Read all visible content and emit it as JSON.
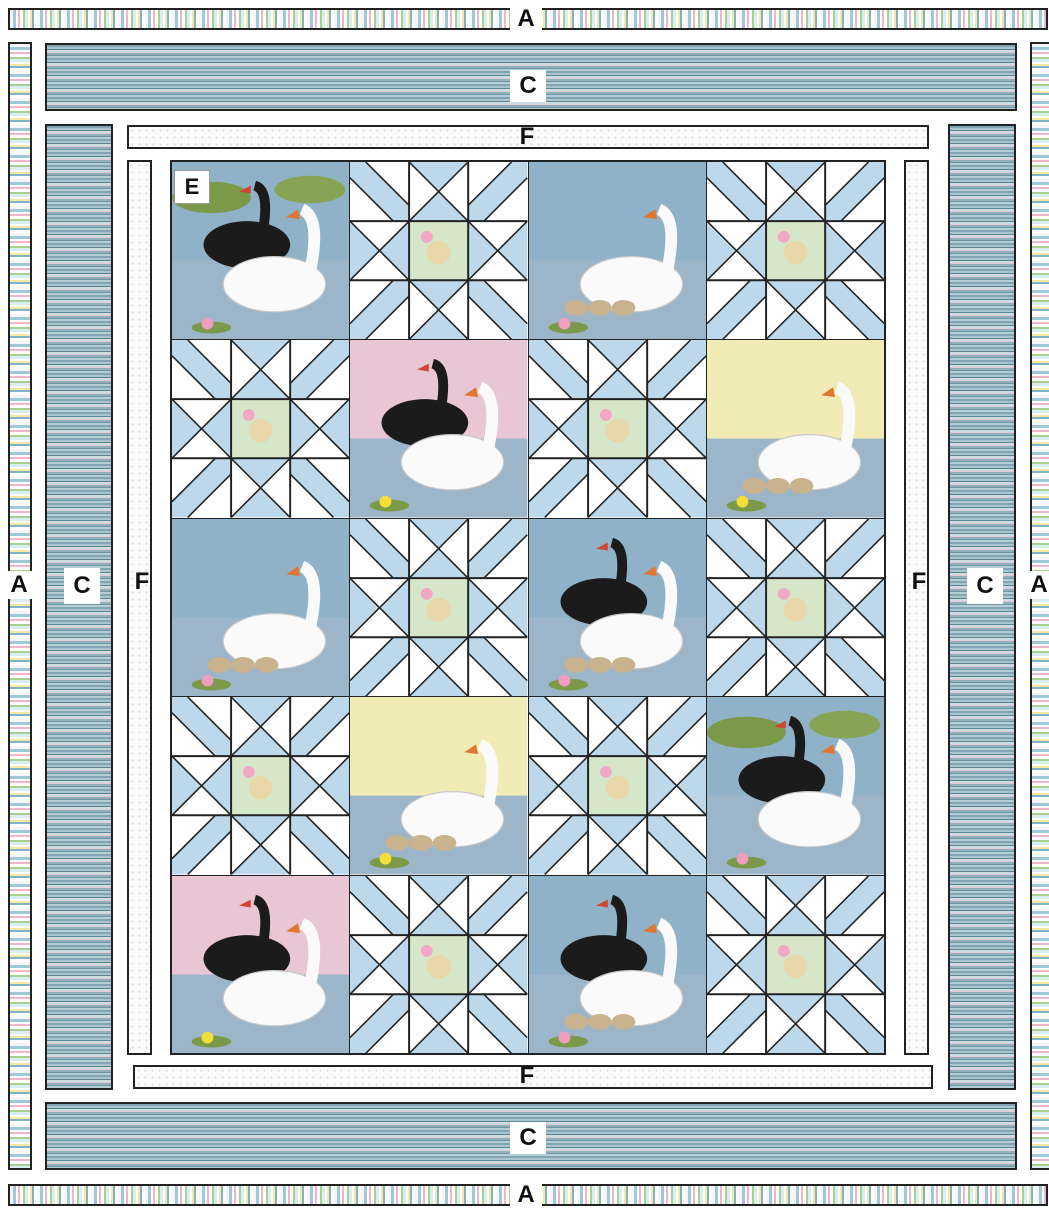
{
  "labels": {
    "top_border": "A",
    "bottom_border": "A",
    "left_border": "A",
    "right_border": "A",
    "top_inner": "C",
    "bottom_inner": "C",
    "left_inner": "C",
    "right_inner": "C",
    "top_sash": "F",
    "bottom_sash": "F",
    "left_sash": "F",
    "right_sash": "F",
    "panel": "E"
  },
  "colors": {
    "outline": "#222222",
    "star_blue": "#bcd8ea",
    "star_white": "#ffffff"
  },
  "blocks": [
    [
      "swan-panel",
      "star-block",
      "swan-panel",
      "star-block"
    ],
    [
      "star-block",
      "swan-panel",
      "star-block",
      "swan-panel"
    ],
    [
      "swan-panel",
      "star-block",
      "swan-panel",
      "star-block"
    ],
    [
      "star-block",
      "swan-panel",
      "star-block",
      "swan-panel"
    ],
    [
      "swan-panel",
      "star-block",
      "swan-panel",
      "star-block"
    ]
  ],
  "panel_scenes": [
    "black-and-white-swans-lily-pads",
    "white-swan-with-cygnets",
    "black-and-white-swans-pink-sky",
    "white-swan-cygnets-yellow-sky",
    "white-swan-cygnets-lily",
    "black-and-white-swans-cygnets",
    "white-swan-cygnets-yellow-sky",
    "black-and-white-swans-lily-pads",
    "black-and-white-swans-pink-sky",
    "black-and-white-swans-cygnets"
  ]
}
